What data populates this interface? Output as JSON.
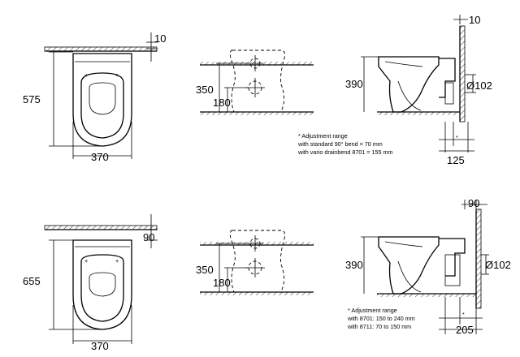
{
  "top": {
    "plan": {
      "depth": "575",
      "width": "370",
      "offset": "10"
    },
    "front": {
      "upper_height": "350",
      "lower_height": "180"
    },
    "side": {
      "height": "390",
      "pipe_diameter": "Ø102",
      "offset": "10",
      "outlet": "125",
      "asterisk": "*",
      "note_title": "* Adjustment range",
      "note_line1": "with standard 90° bend = 70 mm",
      "note_line2": "with vario drainbend 8701 = 155 mm"
    }
  },
  "bottom": {
    "plan": {
      "depth": "655",
      "width": "370",
      "offset": "90"
    },
    "front": {
      "upper_height": "350",
      "lower_height": "180"
    },
    "side": {
      "height": "390",
      "pipe_diameter": "Ø102",
      "offset": "90",
      "outlet": "205",
      "asterisk": "*",
      "note_title": "* Adjustment range",
      "note_line1": "with 8701: 150 to 240 mm",
      "note_line2": "with 8711: 70 to 150 mm"
    }
  }
}
